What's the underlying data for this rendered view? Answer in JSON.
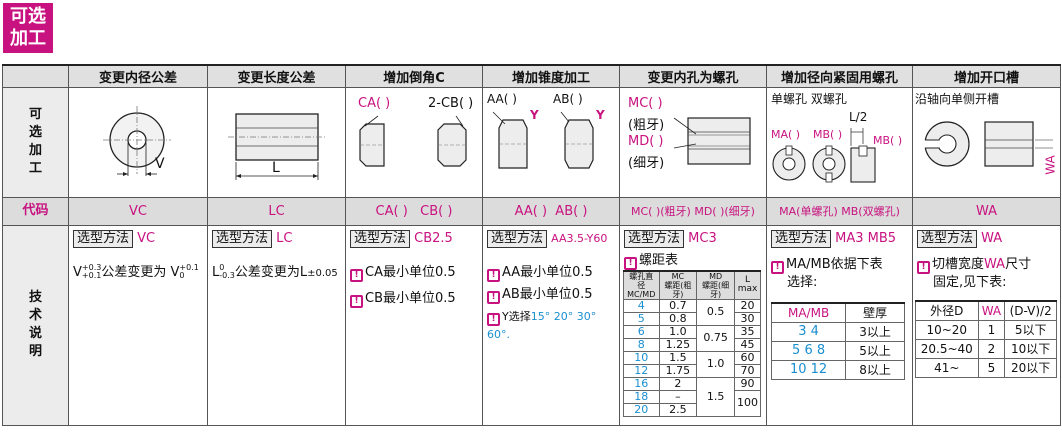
{
  "badge": {
    "line1": "可选",
    "line2": "加工"
  },
  "row_labels": {
    "optional_c1": "可",
    "optional_c2": "选",
    "optional_c3": "加",
    "optional_c4": "工",
    "code": "代码",
    "tech_c1": "技",
    "tech_c2": "术",
    "tech_c3": "说",
    "tech_c4": "明"
  },
  "columns": [
    {
      "title": "变更内径公差"
    },
    {
      "title": "变更长度公差"
    },
    {
      "title": "增加倒角C"
    },
    {
      "title": "增加锥度加工"
    },
    {
      "title": "变更内孔为螺孔"
    },
    {
      "title": "增加径向紧固用螺孔"
    },
    {
      "title": "增加开口槽"
    }
  ],
  "diagrams": {
    "vc_label": "V",
    "lc_label": "L",
    "ca_label": "CA( )",
    "cb_label": "2-CB( )",
    "aa_label": "AA( )",
    "ab_label": "AB( )",
    "y_label": "Y",
    "mc_label": "MC( )",
    "mc_sub": "(粗牙)",
    "md_label": "MD( )",
    "md_sub": "(细牙)",
    "ma_top": "单螺孔 双螺孔",
    "ma_label": "MA( )",
    "mb_label": "MB( )",
    "l2_label": "L/2",
    "mb2_label": "MB( )",
    "wa_top": "沿轴向单侧开槽",
    "wa_label": "WA"
  },
  "codes": {
    "vc": "VC",
    "lc": "LC",
    "c": "CA( )   CB( )",
    "aa": "AA( )  AB( )",
    "mc": "MC( )(粗牙) MD( )(细牙)",
    "ma": "MA(单螺孔)  MB(双螺孔)",
    "wa": "WA"
  },
  "tech": {
    "select_label": "选型方法",
    "vc_code": "VC",
    "vc_text1": "V",
    "vc_sup1": "+0.3",
    "vc_sub1": "+0.1",
    "vc_text2": "公差变更为 V",
    "vc_sup2": "+0.1",
    "vc_sub2": "0",
    "lc_code": "LC",
    "lc_text1": "L",
    "lc_sup1": "0",
    "lc_sub1": "-0.3",
    "lc_text2": "公差变更为L",
    "lc_tol": "±0.05",
    "c_code": "CB2.5",
    "c_note1": "CA最小单位0.5",
    "c_note2": "CB最小单位0.5",
    "aa_code": "AA3.5-Y60",
    "aa_note1": "AA最小单位0.5",
    "aa_note2": "AB最小单位0.5",
    "aa_note3_a": "Y选择",
    "aa_note3_b": "15° 20° 30° 60°.",
    "mc_code": "MC3",
    "mc_title": "螺距表",
    "pitch_headers": {
      "h1": "螺孔直径",
      "h1b": "MC/MD",
      "h2": "MC",
      "h2b": "螺距(粗牙)",
      "h3": "MD",
      "h3b": "螺距(细牙)",
      "h4": "L",
      "h4b": "max"
    },
    "pitch_rows": [
      {
        "d": "4",
        "mc": "0.7",
        "md": "0.5",
        "l": "20"
      },
      {
        "d": "5",
        "mc": "0.8",
        "md": "",
        "l": "30"
      },
      {
        "d": "6",
        "mc": "1.0",
        "md": "0.75",
        "l": "35"
      },
      {
        "d": "8",
        "mc": "1.25",
        "md": "",
        "l": "45"
      },
      {
        "d": "10",
        "mc": "1.5",
        "md": "1.0",
        "l": "60"
      },
      {
        "d": "12",
        "mc": "1.75",
        "md": "",
        "l": "70"
      },
      {
        "d": "16",
        "mc": "2",
        "md": "1.5",
        "l": "90"
      },
      {
        "d": "18",
        "mc": "–",
        "md": "",
        "l": "100"
      },
      {
        "d": "20",
        "mc": "2.5",
        "md": "",
        "l": ""
      }
    ],
    "ma_code": "MA3 MB5",
    "ma_note1": "MA/MB依据下表",
    "ma_note2": "选择:",
    "ma_headers": {
      "h1": "MA/MB",
      "h2": "壁厚"
    },
    "ma_rows": [
      {
        "a": "3 4",
        "b": "3以上"
      },
      {
        "a": "5 6 8",
        "b": "5以上"
      },
      {
        "a": "10 12",
        "b": "8以上"
      }
    ],
    "wa_code": "WA",
    "wa_note1a": "切槽宽度",
    "wa_note1b": "WA",
    "wa_note1c": "尺寸",
    "wa_note2": "固定,见下表:",
    "wa_headers": {
      "h1": "外径D",
      "h2": "WA",
      "h3": "(D-V)/2"
    },
    "wa_rows": [
      {
        "a": "10~20",
        "b": "1",
        "c": "5以下"
      },
      {
        "a": "20.5~40",
        "b": "2",
        "c": "10以下"
      },
      {
        "a": "41~",
        "b": "5",
        "c": "20以下"
      }
    ]
  }
}
